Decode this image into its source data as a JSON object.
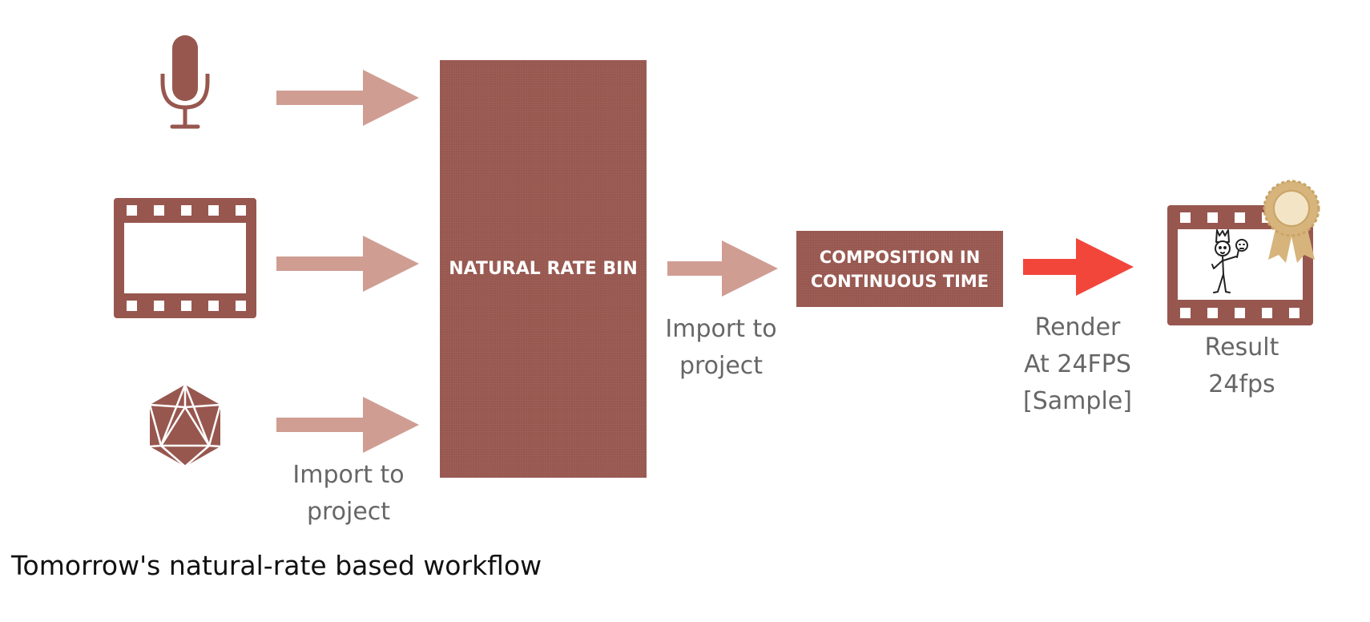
{
  "colors": {
    "box_fill": "#97574f",
    "icon_fill": "#97574f",
    "arrow_light": "#d09d93",
    "arrow_render": "#f2463b",
    "label_text": "#666666",
    "ribbon": "#d6b47c"
  },
  "icons": {
    "audio": "microphone-icon",
    "video": "film-strip-icon",
    "3d": "icosahedron-icon",
    "result": "film-frame-with-award-ribbon-icon"
  },
  "boxes": {
    "bin": "NATURAL RATE BIN",
    "composition_line1": "COMPOSITION IN",
    "composition_line2": "CONTINUOUS TIME"
  },
  "labels": {
    "import_left_line1": "Import to",
    "import_left_line2": "project",
    "import_mid_line1": "Import to",
    "import_mid_line2": "project",
    "render_line1": "Render",
    "render_line2": "At 24FPS",
    "render_line3": "[Sample]",
    "result_line1": "Result",
    "result_line2": "24fps"
  },
  "caption": "Tomorrow's natural-rate based workflow"
}
